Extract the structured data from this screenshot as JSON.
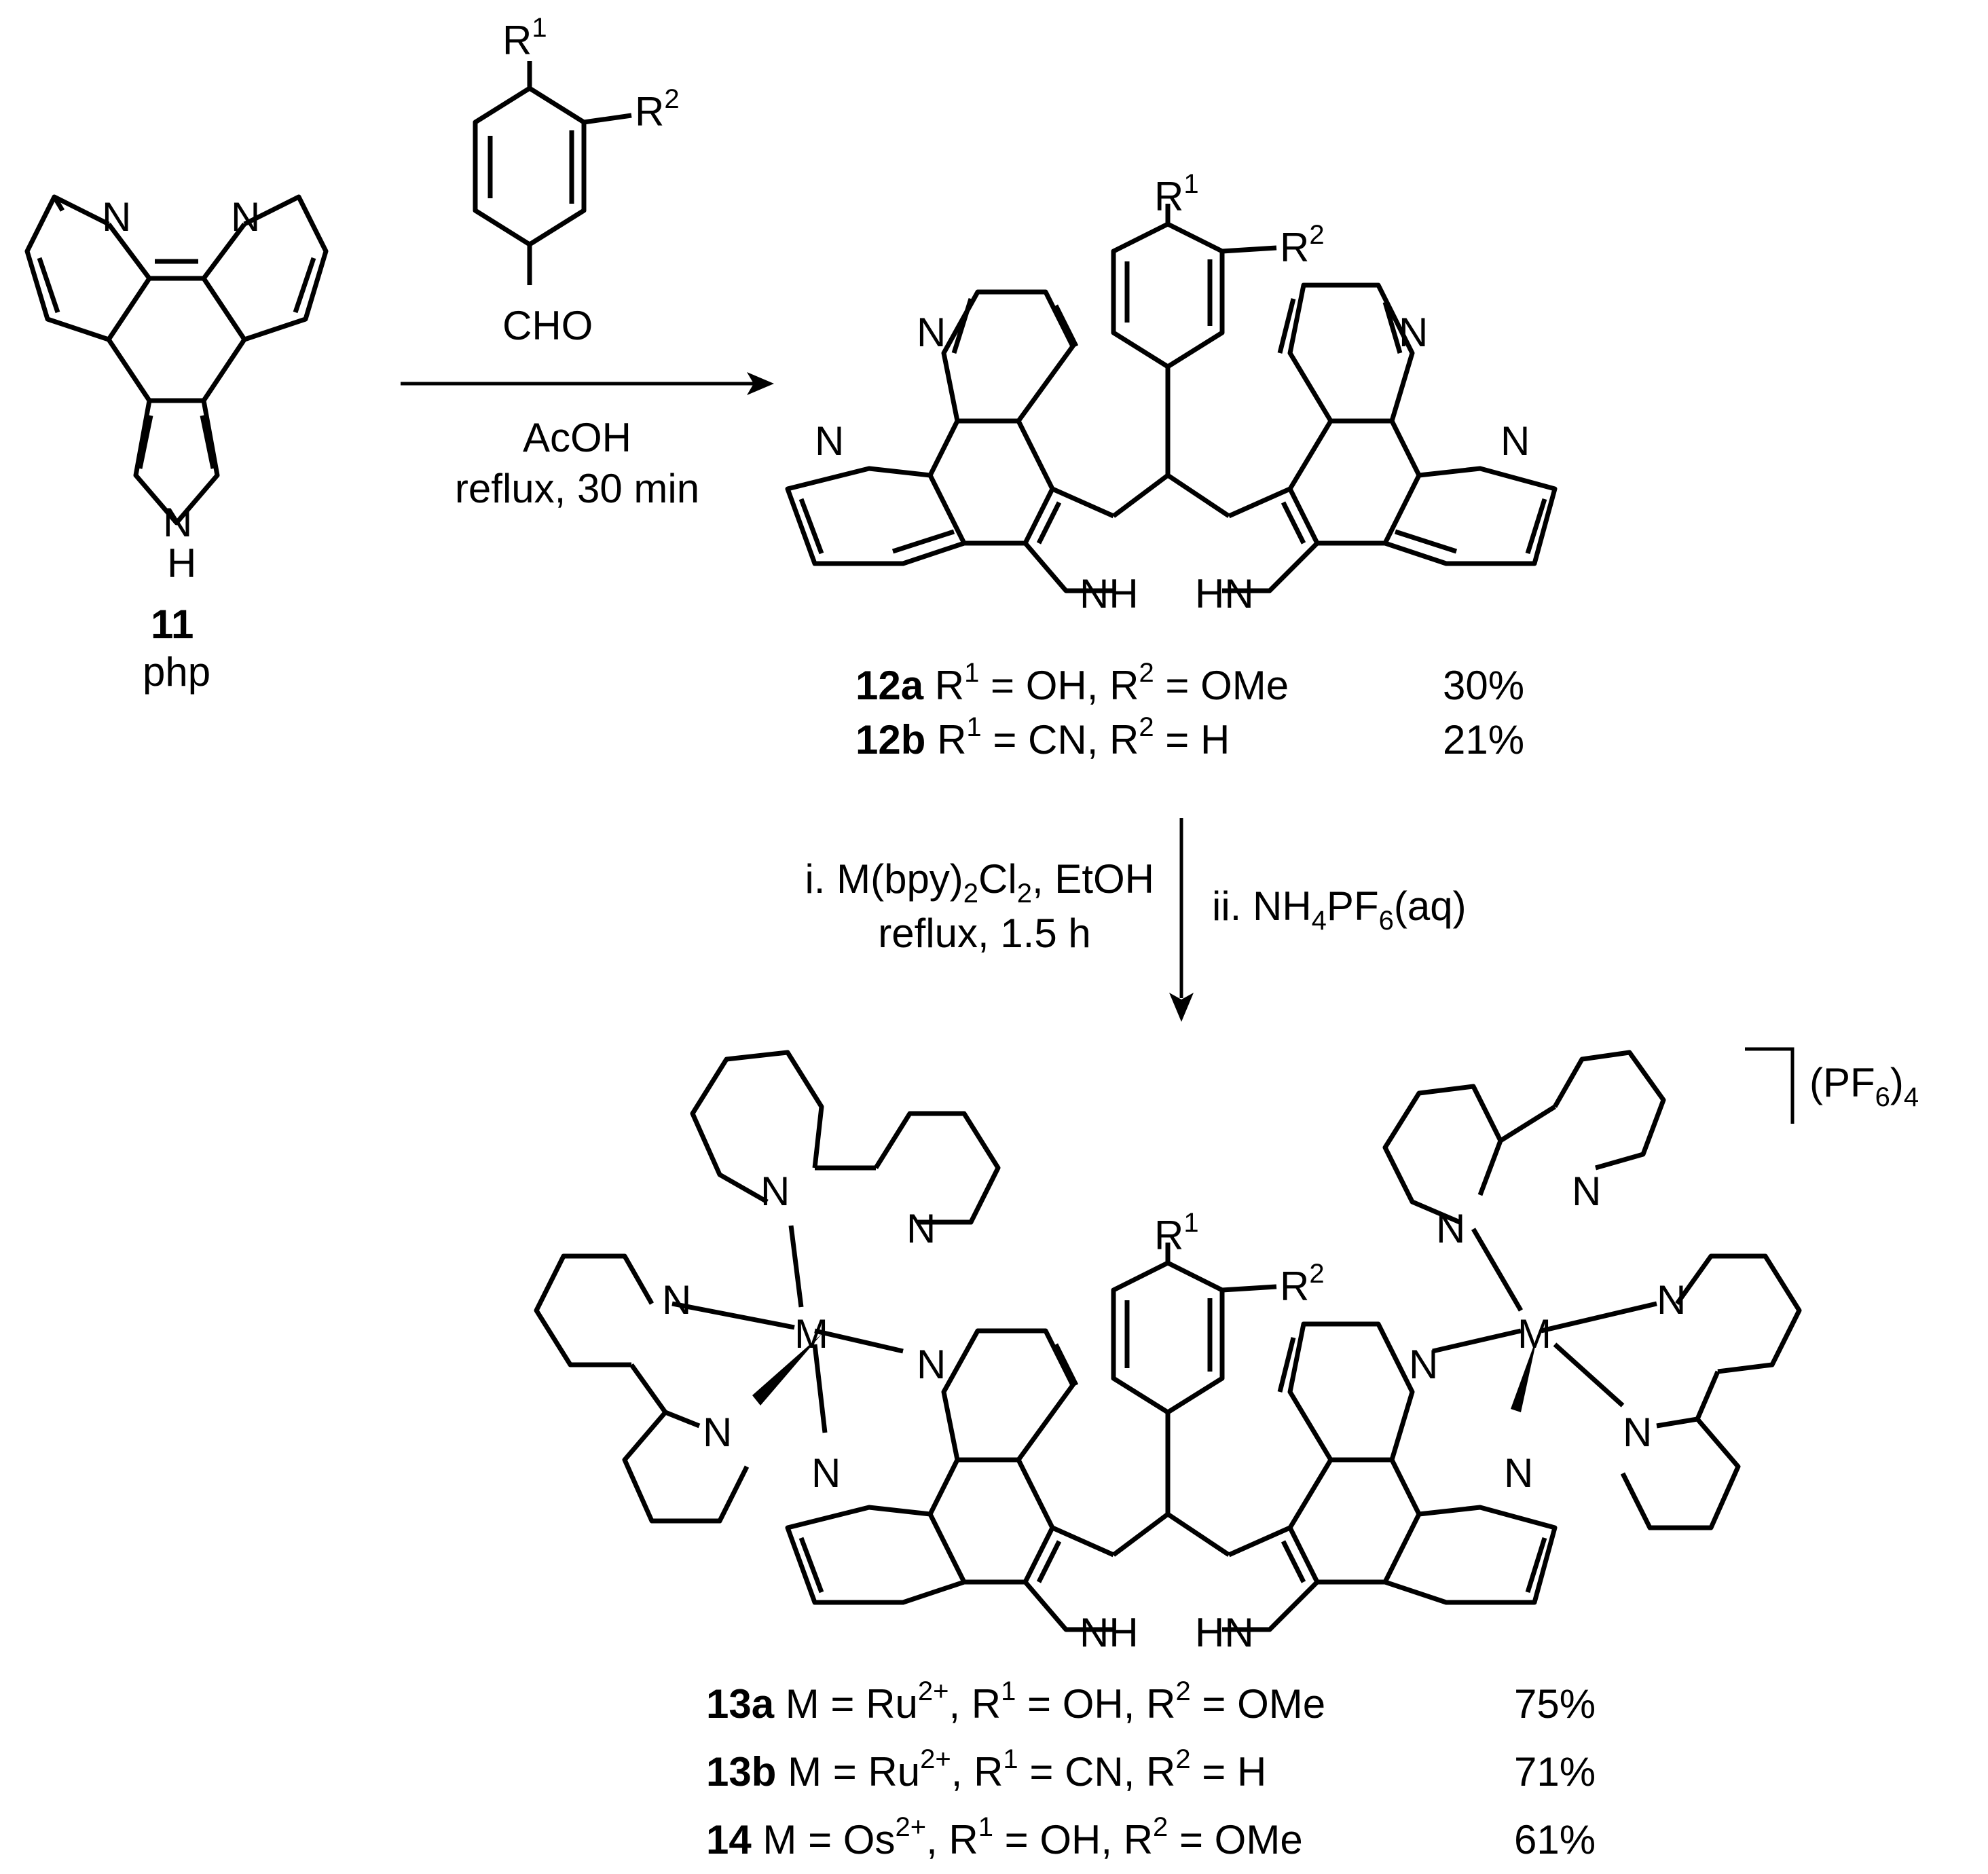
{
  "atoms": {
    "N": "N",
    "H": "H",
    "NH": "NH",
    "HN": "HN",
    "M": "M",
    "R": "R",
    "one": "1",
    "two": "2"
  },
  "aldehyde": {
    "cho": "CHO"
  },
  "compound11": {
    "number": "11",
    "name": "php"
  },
  "step1": {
    "reagent": "AcOH",
    "conditions": "reflux, 30 min"
  },
  "step2": {
    "line1_a": "i. M(bpy)",
    "line1_sub": "2",
    "line1_b": "Cl",
    "line1_sub2": "2",
    "line1_c": ", EtOH",
    "line2": "reflux, 1.5 h",
    "ii_a": "ii. NH",
    "ii_sub1": "4",
    "ii_b": "PF",
    "ii_sub2": "6",
    "ii_c": "(aq)"
  },
  "counterion": {
    "text": "(PF",
    "sub": "6",
    "close": ")",
    "count": "4"
  },
  "products12": [
    {
      "id": "12a",
      "r1": " = OH, R",
      "r2": " = OMe",
      "yield": "30%"
    },
    {
      "id": "12b",
      "r1": " = CN, R",
      "r2": " = H",
      "yield": "21%"
    }
  ],
  "products13": [
    {
      "id": "13a",
      "m": "M = Ru",
      "charge": "2+",
      "r1": ", R",
      "r1v": " = OH, R",
      "r2": " = OMe",
      "yield": "75%"
    },
    {
      "id": "13b",
      "m": "M = Ru",
      "charge": "2+",
      "r1": ", R",
      "r1v": " = CN, R",
      "r2": " = H",
      "yield": "71%"
    },
    {
      "id": "14",
      "m": "M = Os",
      "charge": "2+",
      "r1": ", R",
      "r1v": " = OH, R",
      "r2": " = OMe",
      "yield": "61%"
    }
  ]
}
